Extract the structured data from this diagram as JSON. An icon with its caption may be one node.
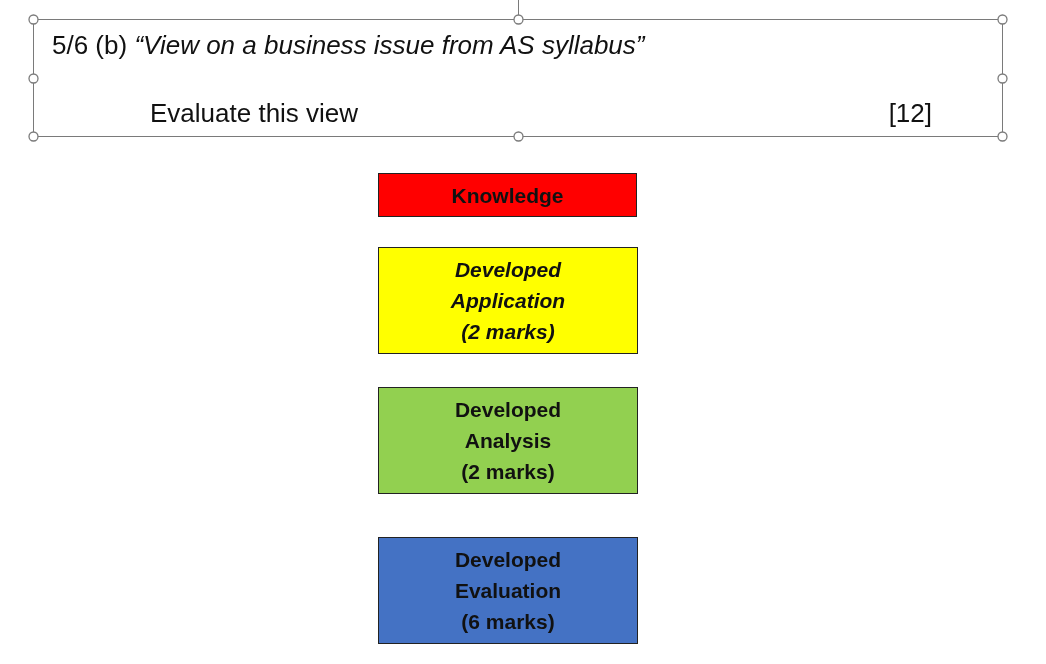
{
  "diagram": {
    "nodes": [
      {
        "text": [
          "5/6 (b) *“View on a business issue from AS syllabus”*",
          "Evaluate this view",
          "[12]"
        ]
      },
      {
        "text": [
          "Knowledge"
        ]
      },
      {
        "text": [
          "Developed Application (2 marks)"
        ]
      },
      {
        "text": [
          "Developed Analysis (2 marks)"
        ]
      },
      {
        "text": [
          "Developed Evaluation (6 marks)"
        ]
      }
    ]
  }
}
